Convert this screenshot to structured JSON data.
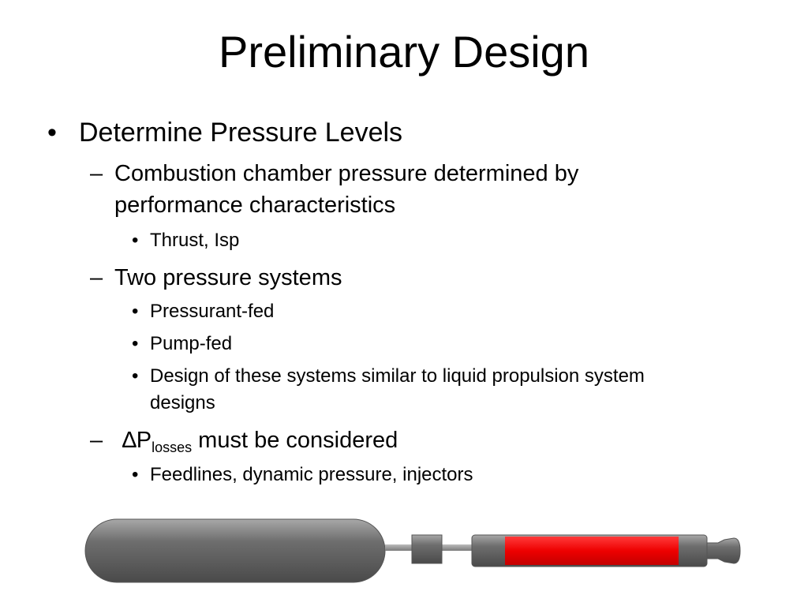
{
  "slide": {
    "title": "Preliminary Design",
    "bullet_l1": "•",
    "dash": "–",
    "bullet_l3": "•",
    "items": {
      "pressure_levels": "Determine Pressure Levels",
      "chamber_line1": "Combustion chamber pressure determined by",
      "chamber_line2": "performance characteristics",
      "thrust_isp": "Thrust, Isp",
      "two_systems": "Two pressure systems",
      "pressurant_fed": "Pressurant-fed",
      "pump_fed": "Pump-fed",
      "design_line1": "Design of these systems similar to liquid propulsion system",
      "design_line2": "designs",
      "delta_symbol": "∆P",
      "delta_subscript": "losses",
      "delta_rest": " must be considered",
      "feedlines": "Feedlines, dynamic pressure, injectors"
    }
  },
  "colors": {
    "tank_gray": "#6e6e6e",
    "chamber_red": "#ee0000",
    "line_gray": "#8a8a8a"
  }
}
